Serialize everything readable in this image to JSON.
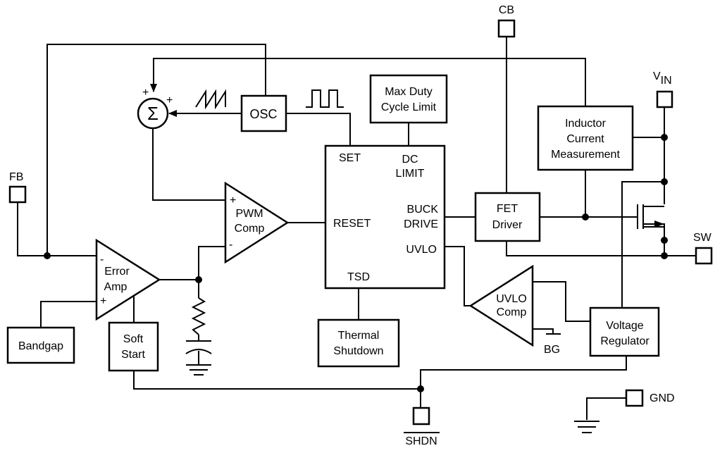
{
  "pins": {
    "fb": "FB",
    "cb": "CB",
    "vin": "V",
    "vin_sub": "IN",
    "sw": "SW",
    "gnd": "GND",
    "shdn": "SHDN"
  },
  "blocks": {
    "osc": "OSC",
    "max_duty": [
      "Max Duty",
      "Cycle Limit"
    ],
    "inductor": [
      "Inductor",
      "Current",
      "Measurement"
    ],
    "pwm_comp": [
      "PWM",
      "Comp"
    ],
    "error_amp": [
      "Error",
      "Amp"
    ],
    "uvlo_comp": [
      "UVLO",
      "Comp"
    ],
    "bandgap": "Bandgap",
    "soft_start": [
      "Soft",
      "Start"
    ],
    "thermal": [
      "Thermal",
      "Shutdown"
    ],
    "voltage_reg": [
      "Voltage",
      "Regulator"
    ],
    "fet_driver": [
      "FET",
      "Driver"
    ],
    "summer": "Σ"
  },
  "logic_pins": {
    "set": "SET",
    "dc_limit": [
      "DC",
      "LIMIT"
    ],
    "reset": "RESET",
    "buck_drive": [
      "BUCK",
      "DRIVE"
    ],
    "uvlo": "UVLO",
    "tsd": "TSD"
  },
  "signs": {
    "plus": "+",
    "minus": "-",
    "bg": "BG"
  }
}
